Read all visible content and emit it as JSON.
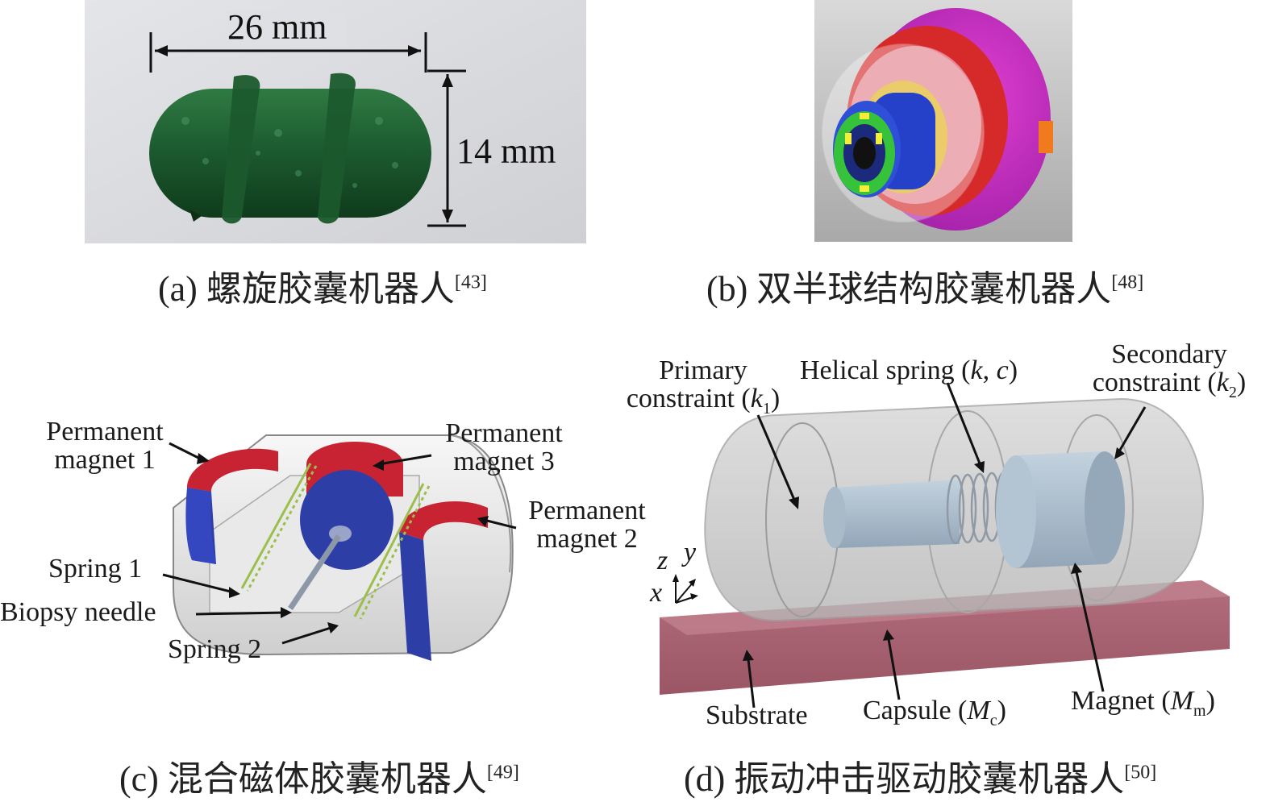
{
  "panel_a": {
    "caption_label": "(a) 螺旋胶囊机器人",
    "caption_ref": "[43]",
    "dim_width": "26 mm",
    "dim_height": "14 mm"
  },
  "panel_b": {
    "caption_label": "(b) 双半球结构胶囊机器人",
    "caption_ref": "[48]"
  },
  "panel_c": {
    "caption_label": "(c) 混合磁体胶囊机器人",
    "caption_ref": "[49]",
    "labels": {
      "pm1_line1": "Permanent",
      "pm1_line2": "magnet 1",
      "pm3_line1": "Permanent",
      "pm3_line2": "magnet 3",
      "pm2_line1": "Permanent",
      "pm2_line2": "magnet 2",
      "spring1": "Spring 1",
      "biopsy": "Biopsy needle",
      "spring2": "Spring 2"
    }
  },
  "panel_d": {
    "caption_label": "(d) 振动冲击驱动胶囊机器人",
    "caption_ref": "[50]",
    "labels": {
      "primary_line1": "Primary",
      "primary_line2": "constraint (",
      "primary_sym": "k",
      "primary_sub": "1",
      "helical_pre": "Helical spring (",
      "helical_k": "k",
      "helical_c": "c",
      "secondary_line1": "Secondary",
      "secondary_line2": "constraint (",
      "secondary_sym": "k",
      "secondary_sub": "2",
      "axis_z": "z",
      "axis_y": "y",
      "axis_x": "x",
      "substrate": "Substrate",
      "capsule_pre": "Capsule (",
      "capsule_sym": "M",
      "capsule_sub": "c",
      "magnet_pre": "Magnet (",
      "magnet_sym": "M",
      "magnet_sub": "m"
    }
  }
}
